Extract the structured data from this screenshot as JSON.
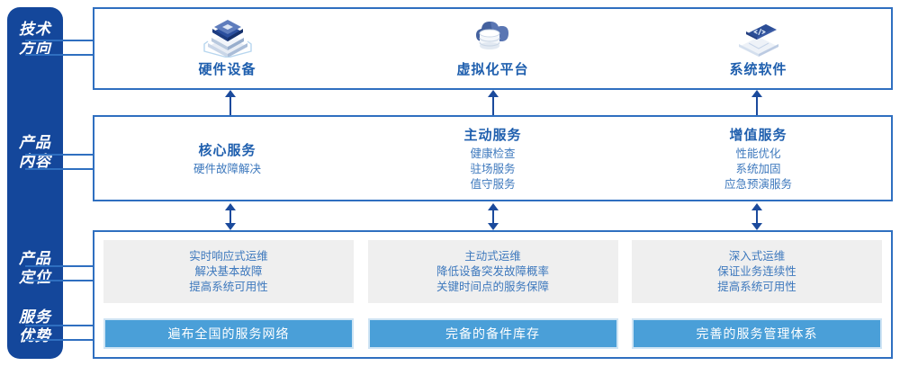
{
  "rail": {
    "color": "#14479b",
    "labels": [
      {
        "name": "tech-direction",
        "text": "技术\n方向"
      },
      {
        "name": "product-content",
        "text": "产品\n内容"
      },
      {
        "name": "product-positioning",
        "text": "产品\n定位"
      },
      {
        "name": "service-advantage",
        "text": "服务\n优势"
      }
    ]
  },
  "tech_direction": {
    "items": [
      {
        "icon": "server-stack-icon",
        "label": "硬件设备"
      },
      {
        "icon": "cloud-database-icon",
        "label": "虚拟化平台"
      },
      {
        "icon": "laptop-code-icon",
        "label": "系统软件"
      }
    ]
  },
  "product_content": {
    "columns": [
      {
        "title": "核心服务",
        "items": [
          "硬件故障解决"
        ]
      },
      {
        "title": "主动服务",
        "items": [
          "健康检查",
          "驻场服务",
          "值守服务"
        ]
      },
      {
        "title": "增值服务",
        "items": [
          "性能优化",
          "系统加固",
          "应急预演服务"
        ]
      }
    ]
  },
  "product_positioning": {
    "cards": [
      {
        "lines": [
          "实时响应式运维",
          "解决基本故障",
          "提高系统可用性"
        ]
      },
      {
        "lines": [
          "主动式运维",
          "降低设备突发故障概率",
          "关键时间点的服务保障"
        ]
      },
      {
        "lines": [
          "深入式运维",
          "保证业务连续性",
          "提高系统可用性"
        ]
      }
    ]
  },
  "service_advantage": {
    "bars": [
      {
        "label": "遍布全国的服务网络"
      },
      {
        "label": "完备的备件库存"
      },
      {
        "label": "完善的服务管理体系"
      }
    ]
  },
  "colors": {
    "rail_blue": "#14479b",
    "box_border": "#2f6fc0",
    "heading_blue": "#1f5fae",
    "body_blue": "#3d78bd",
    "grey_card": "#efefef",
    "bar_blue": "#4a9fd8",
    "arrow_blue": "#1b4a9c"
  }
}
